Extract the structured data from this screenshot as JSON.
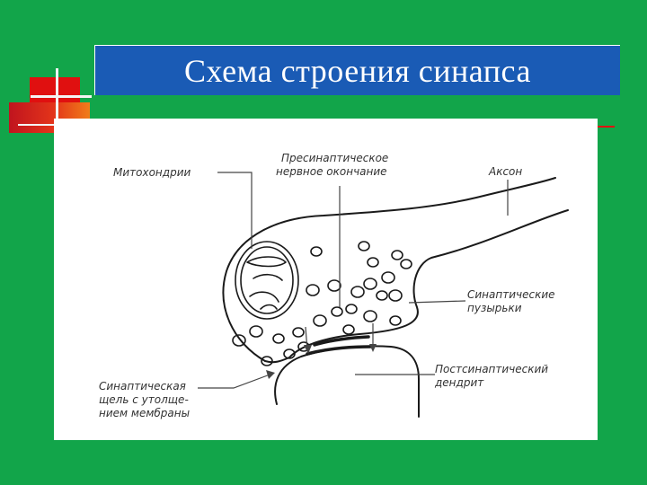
{
  "title": "Схема строения синапса",
  "labels": {
    "mitochondria": "Митохондрии",
    "presynaptic_line1": "Пресинаптическое",
    "presynaptic_line2": "нервное окончание",
    "axon": "Аксон",
    "vesicles_line1": "Синаптические",
    "vesicles_line2": "пузырьки",
    "postsynaptic_line1": "Постсинаптический",
    "postsynaptic_line2": "дендрит",
    "cleft_line1": "Синаптическая",
    "cleft_line2": "щель с утолще-",
    "cleft_line3": "нием мембраны"
  },
  "colors": {
    "background": "#12a54a",
    "title_bar": "#1a5bb5",
    "accent_red": "#e01010"
  }
}
